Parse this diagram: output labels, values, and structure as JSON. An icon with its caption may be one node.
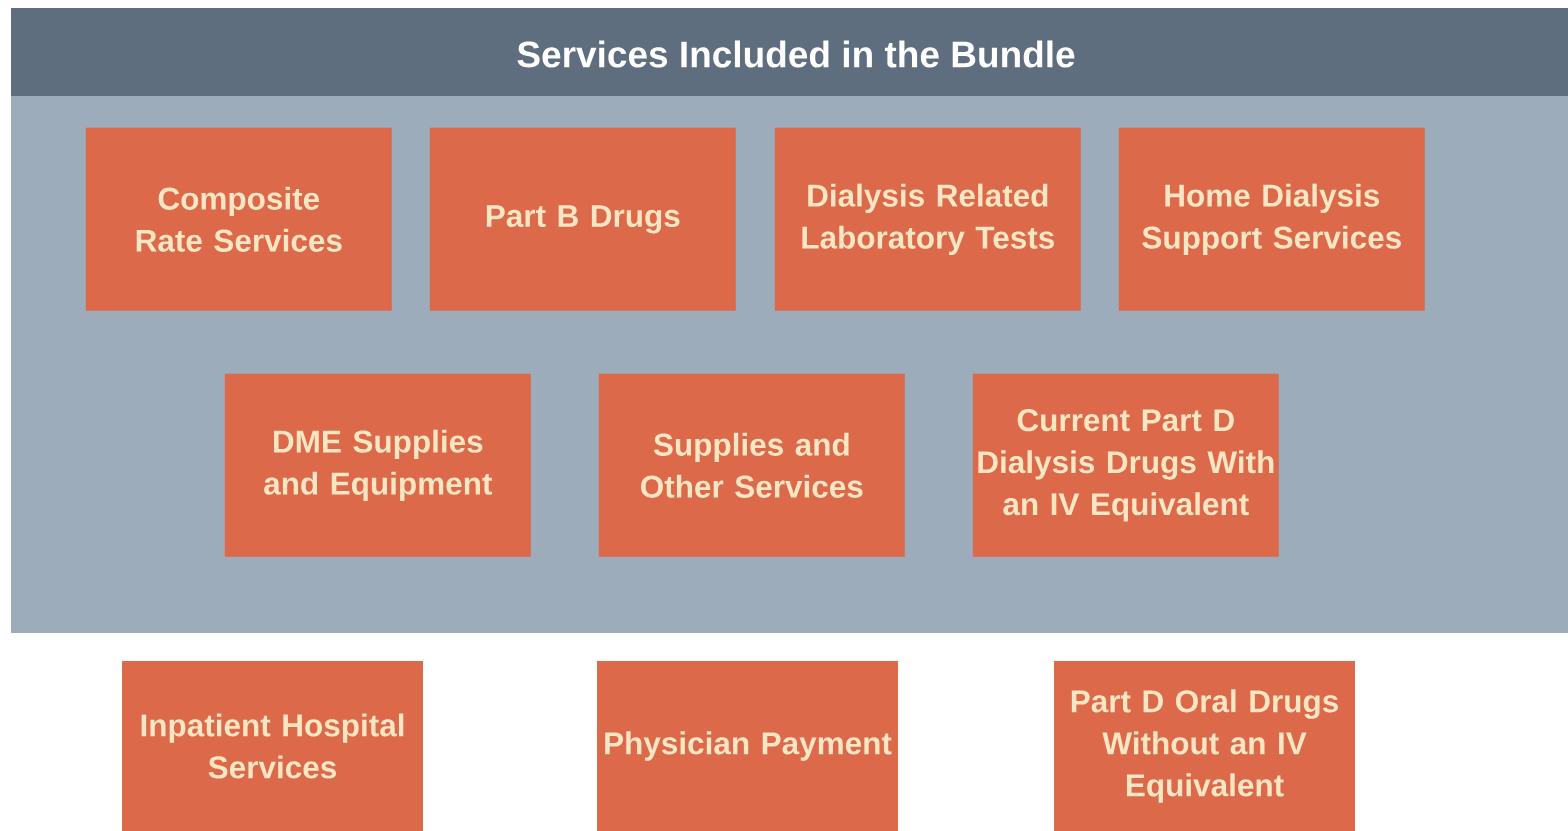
{
  "diagram": {
    "nodes": [
      {
        "text": [
          "Services Included in the Bundle"
        ]
      },
      {
        "text": [
          "Composite Rate Services"
        ],
        "in": 0
      },
      {
        "text": [
          "Part B Drugs"
        ],
        "in": 0
      },
      {
        "text": [
          "Dialysis Related Laboratory Tests"
        ],
        "in": 0
      },
      {
        "text": [
          "Home Dialysis Support Services"
        ],
        "in": 0
      },
      {
        "text": [
          "DME Supplies and Equipment"
        ],
        "in": 0
      },
      {
        "text": [
          "Supplies and Other Services"
        ],
        "in": 0
      },
      {
        "text": [
          "Current Part D Dialysis Drugs With an IV Equivalent"
        ],
        "in": 0
      },
      {
        "text": [
          "Inpatient Hospital Services"
        ]
      },
      {
        "text": [
          "Physician Payment"
        ]
      },
      {
        "text": [
          "Part D Oral Drugs Without an IV Equivalent"
        ]
      }
    ]
  }
}
